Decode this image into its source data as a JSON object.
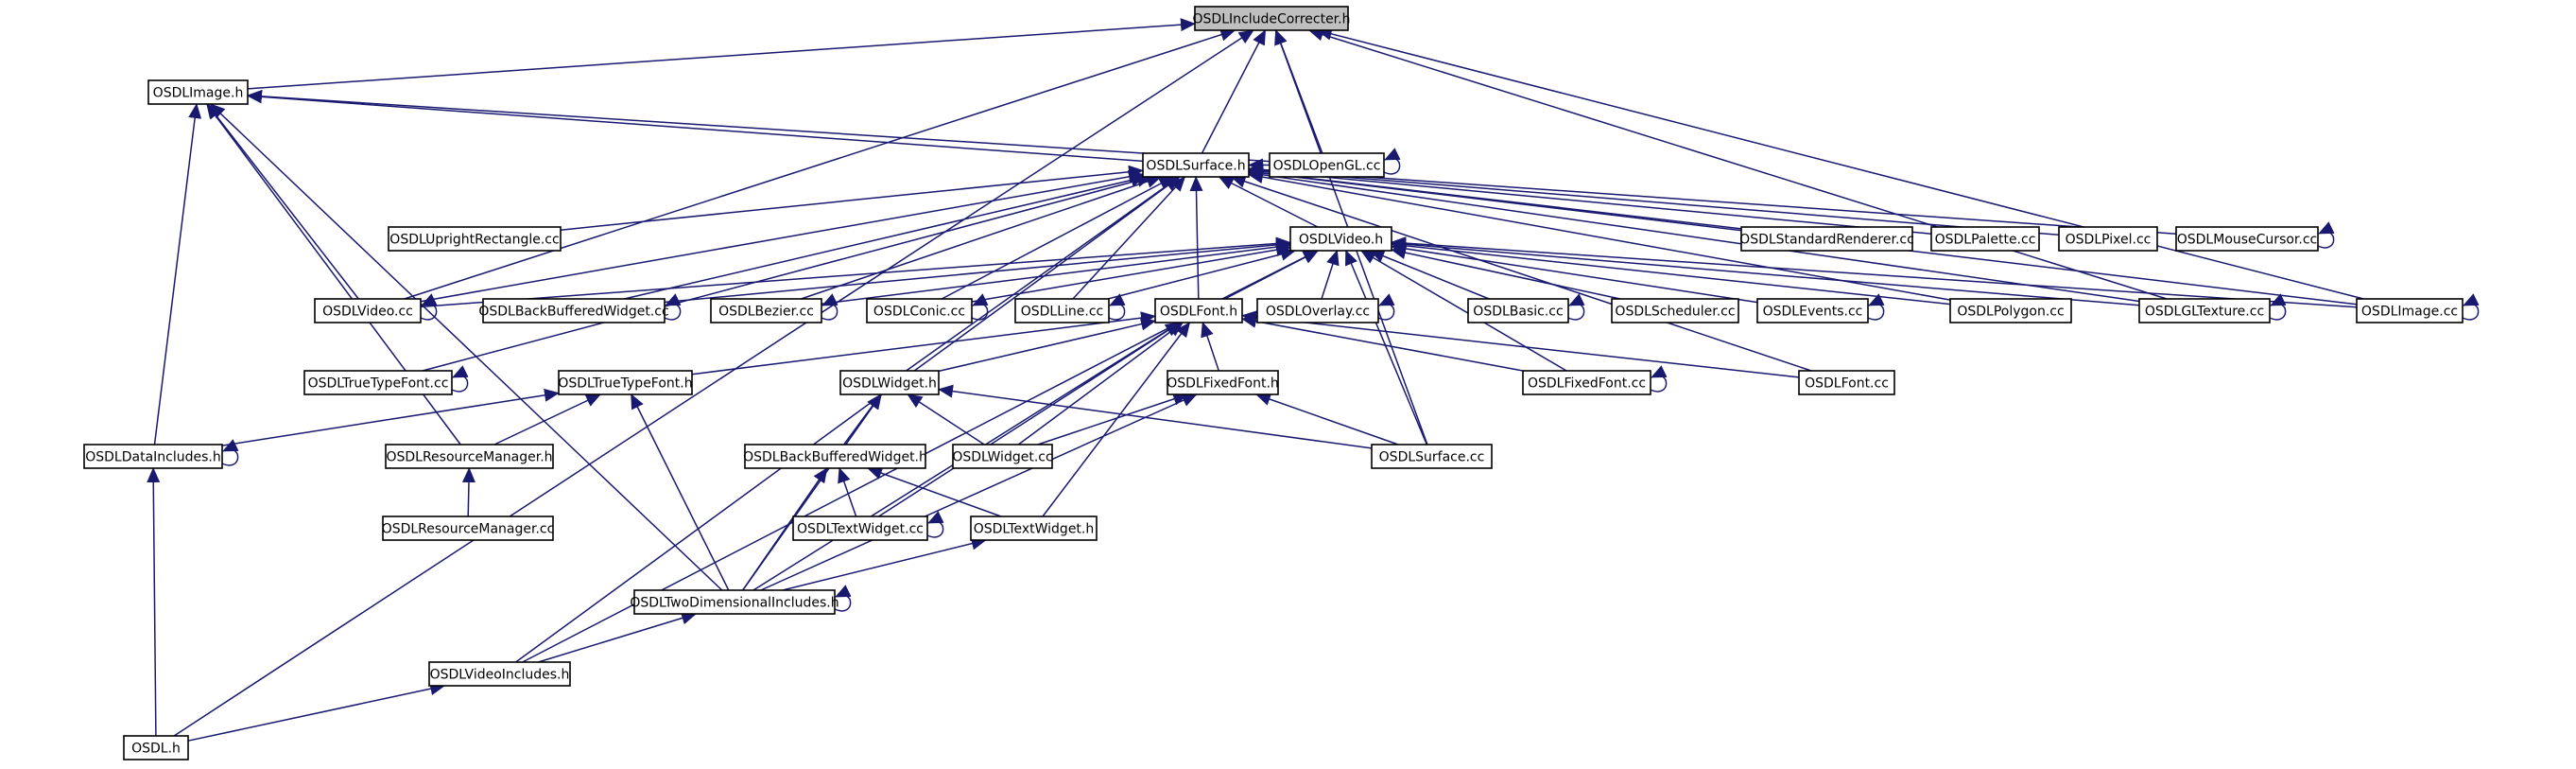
{
  "diagram": {
    "type": "include-dependency-graph",
    "colors": {
      "edge": "#191970",
      "node_border": "#000000",
      "node_fill": "#ffffff",
      "root_fill": "#bfbfbf"
    },
    "nodes": [
      {
        "id": "inc",
        "label": "OSDLIncludeCorrecter.h",
        "root": true
      },
      {
        "id": "img",
        "label": "OSDLImage.h"
      },
      {
        "id": "surf",
        "label": "OSDLSurface.h"
      },
      {
        "id": "ogl",
        "label": "OSDLOpenGL.cc"
      },
      {
        "id": "urect",
        "label": "OSDLUprightRectangle.cc"
      },
      {
        "id": "vid",
        "label": "OSDLVideo.h"
      },
      {
        "id": "stdr",
        "label": "OSDLStandardRenderer.cc"
      },
      {
        "id": "pal",
        "label": "OSDLPalette.cc"
      },
      {
        "id": "pix",
        "label": "OSDLPixel.cc"
      },
      {
        "id": "mcur",
        "label": "OSDLMouseCursor.cc"
      },
      {
        "id": "vidcc",
        "label": "OSDLVideo.cc"
      },
      {
        "id": "bbwcc",
        "label": "OSDLBackBufferedWidget.cc"
      },
      {
        "id": "bez",
        "label": "OSDLBezier.cc"
      },
      {
        "id": "con",
        "label": "OSDLConic.cc"
      },
      {
        "id": "line",
        "label": "OSDLLine.cc"
      },
      {
        "id": "font",
        "label": "OSDLFont.h"
      },
      {
        "id": "ovl",
        "label": "OSDLOverlay.cc"
      },
      {
        "id": "basic",
        "label": "OSDLBasic.cc"
      },
      {
        "id": "sched",
        "label": "OSDLScheduler.cc"
      },
      {
        "id": "evt",
        "label": "OSDLEvents.cc"
      },
      {
        "id": "poly",
        "label": "OSDLPolygon.cc"
      },
      {
        "id": "gltex",
        "label": "OSDLGLTexture.cc"
      },
      {
        "id": "imgcc",
        "label": "OSDLImage.cc"
      },
      {
        "id": "ttfcc",
        "label": "OSDLTrueTypeFont.cc"
      },
      {
        "id": "ttf",
        "label": "OSDLTrueTypeFont.h"
      },
      {
        "id": "wid",
        "label": "OSDLWidget.h"
      },
      {
        "id": "fix",
        "label": "OSDLFixedFont.h"
      },
      {
        "id": "fixcc",
        "label": "OSDLFixedFont.cc"
      },
      {
        "id": "fontcc",
        "label": "OSDLFont.cc"
      },
      {
        "id": "dinc",
        "label": "OSDLDataIncludes.h"
      },
      {
        "id": "rmgr",
        "label": "OSDLResourceManager.h"
      },
      {
        "id": "bbw",
        "label": "OSDLBackBufferedWidget.h"
      },
      {
        "id": "widcc",
        "label": "OSDLWidget.cc"
      },
      {
        "id": "surfcc",
        "label": "OSDLSurface.cc"
      },
      {
        "id": "rmgrcc",
        "label": "OSDLResourceManager.cc"
      },
      {
        "id": "twcc",
        "label": "OSDLTextWidget.cc"
      },
      {
        "id": "tw",
        "label": "OSDLTextWidget.h"
      },
      {
        "id": "tdi",
        "label": "OSDLTwoDimensionalIncludes.h"
      },
      {
        "id": "vinc",
        "label": "OSDLVideoIncludes.h"
      },
      {
        "id": "osdl",
        "label": "OSDL.h"
      }
    ],
    "edges": [
      [
        "img",
        "inc"
      ],
      [
        "surf",
        "inc"
      ],
      [
        "ogl",
        "inc"
      ],
      [
        "vidcc",
        "inc"
      ],
      [
        "imgcc",
        "inc"
      ],
      [
        "gltex",
        "inc"
      ],
      [
        "surfcc",
        "inc"
      ],
      [
        "osdl",
        "inc"
      ],
      [
        "surf",
        "img"
      ],
      [
        "ogl",
        "img"
      ],
      [
        "vidcc",
        "img"
      ],
      [
        "dinc",
        "img"
      ],
      [
        "rmgr",
        "img"
      ],
      [
        "tdi",
        "img"
      ],
      [
        "ogl",
        "surf"
      ],
      [
        "urect",
        "surf"
      ],
      [
        "vid",
        "surf"
      ],
      [
        "stdr",
        "surf"
      ],
      [
        "pal",
        "surf"
      ],
      [
        "pix",
        "surf"
      ],
      [
        "mcur",
        "surf"
      ],
      [
        "vidcc",
        "surf"
      ],
      [
        "bbwcc",
        "surf"
      ],
      [
        "bez",
        "surf"
      ],
      [
        "con",
        "surf"
      ],
      [
        "line",
        "surf"
      ],
      [
        "font",
        "surf"
      ],
      [
        "poly",
        "surf"
      ],
      [
        "gltex",
        "surf"
      ],
      [
        "imgcc",
        "surf"
      ],
      [
        "ttfcc",
        "surf"
      ],
      [
        "wid",
        "surf"
      ],
      [
        "fontcc",
        "surf"
      ],
      [
        "vinc",
        "surf"
      ],
      [
        "vidcc",
        "vid"
      ],
      [
        "bbwcc",
        "vid"
      ],
      [
        "bez",
        "vid"
      ],
      [
        "con",
        "vid"
      ],
      [
        "line",
        "vid"
      ],
      [
        "font",
        "vid"
      ],
      [
        "ovl",
        "vid"
      ],
      [
        "basic",
        "vid"
      ],
      [
        "sched",
        "vid"
      ],
      [
        "evt",
        "vid"
      ],
      [
        "poly",
        "vid"
      ],
      [
        "gltex",
        "vid"
      ],
      [
        "imgcc",
        "vid"
      ],
      [
        "surfcc",
        "vid"
      ],
      [
        "fixcc",
        "vid"
      ],
      [
        "vinc",
        "vid"
      ],
      [
        "ttf",
        "font"
      ],
      [
        "wid",
        "font"
      ],
      [
        "fix",
        "font"
      ],
      [
        "fixcc",
        "font"
      ],
      [
        "fontcc",
        "font"
      ],
      [
        "widcc",
        "font"
      ],
      [
        "twcc",
        "font"
      ],
      [
        "tw",
        "font"
      ],
      [
        "tdi",
        "font"
      ],
      [
        "dinc",
        "ttf"
      ],
      [
        "rmgr",
        "ttf"
      ],
      [
        "tdi",
        "ttf"
      ],
      [
        "bbw",
        "wid"
      ],
      [
        "widcc",
        "wid"
      ],
      [
        "surfcc",
        "wid"
      ],
      [
        "tdi",
        "wid"
      ],
      [
        "widcc",
        "fix"
      ],
      [
        "surfcc",
        "fix"
      ],
      [
        "tdi",
        "fix"
      ],
      [
        "rmgrcc",
        "rmgr"
      ],
      [
        "twcc",
        "bbw"
      ],
      [
        "tw",
        "bbw"
      ],
      [
        "tdi",
        "bbw"
      ],
      [
        "tdi",
        "tw"
      ],
      [
        "vinc",
        "tdi"
      ],
      [
        "osdl",
        "vinc"
      ],
      [
        "osdl",
        "dinc"
      ]
    ],
    "self_loops": [
      "ogl",
      "mcur",
      "vidcc",
      "bbwcc",
      "bez",
      "con",
      "line",
      "ovl",
      "basic",
      "evt",
      "gltex",
      "imgcc",
      "ttfcc",
      "fixcc",
      "dinc",
      "twcc",
      "tdi"
    ]
  }
}
